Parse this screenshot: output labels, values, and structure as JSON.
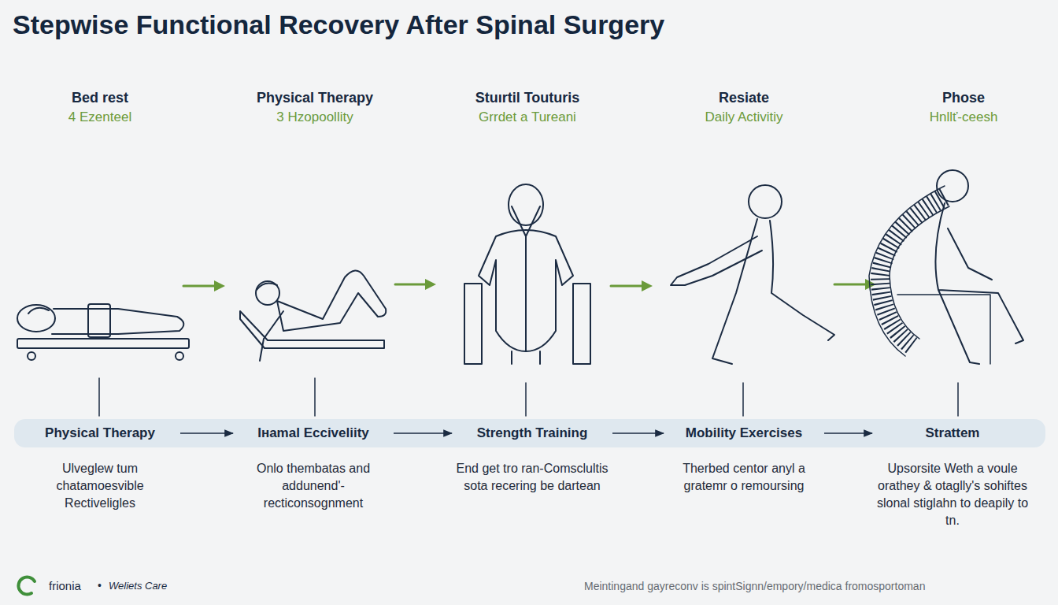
{
  "diagram": {
    "title": "Stepwise Functional Recovery After Spinal Surgery",
    "nodes": [
      {
        "text": [
          "Physical Therapy",
          "Ulveglew tum chatamoesvible Rectiveligles"
        ]
      },
      {
        "text": [
          "Iнamal Ecciveliity",
          "Onlo thembatas and addunend'-recticonsognment"
        ]
      },
      {
        "text": [
          "Strength Training",
          "End get tro ran-Comsclultis sota recering be dartean"
        ]
      },
      {
        "text": [
          "Mobility Exercises",
          "Therbed centor anyl a gratemr o remoursing"
        ]
      },
      {
        "text": [
          "Strattem",
          "Upsorsite Weth a voule orathey & otaglly's sohiftes slonal stiglahn to deapily to tn."
        ]
      }
    ],
    "edges": [
      {
        "from": 0,
        "to": 1,
        "arrow": "to"
      },
      {
        "from": 1,
        "to": 2,
        "arrow": "to"
      },
      {
        "from": 2,
        "to": 3,
        "arrow": "to"
      },
      {
        "from": 3,
        "to": 4,
        "arrow": "to"
      }
    ],
    "labels": [
      "Bed rest",
      "4 Ezenteel",
      "Physical Therapy",
      "3 Hzopoollity",
      "Stuırtil Touturis",
      "Grrdet a Tureani",
      "Resiate",
      "Daily Activitiy",
      "Phose",
      "Hnllť-ceesh",
      "frionia",
      "•",
      "Weliets Care",
      "Meintingand gayreconv is spintSignn/empory/medica fromosportoman"
    ]
  }
}
